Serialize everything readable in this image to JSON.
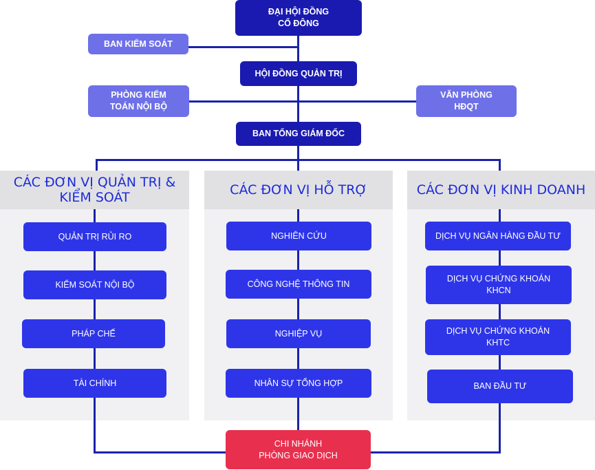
{
  "top": {
    "shareholders": "ĐẠI HỘI ĐỒNG\nCỔ ĐÔNG",
    "supervisory": "BAN KIỂM SOÁT",
    "board": "HỘI ĐỒNG QUẢN TRỊ",
    "internal_audit": "PHÒNG KIỂM\nTOÁN NỘI BỘ",
    "board_office": "VĂN PHÒNG\nHĐQT",
    "ceo": "BAN TỔNG GIÁM ĐỐC"
  },
  "groups": [
    {
      "title": "CÁC ĐƠN VỊ QUẢN TRỊ &\nKIỂM SOÁT",
      "items": [
        "QUẢN TRỊ RỦI RO",
        "KIỂM SOÁT NỘI BỘ",
        "PHÁP CHẾ",
        "TÀI CHÍNH"
      ]
    },
    {
      "title": "CÁC ĐƠN VỊ HỖ TRỢ",
      "items": [
        "NGHIÊN CỨU",
        "CÔNG NGHỆ THÔNG TIN",
        "NGHIỆP VỤ",
        "NHÂN SỰ TỔNG HỢP"
      ]
    },
    {
      "title": "CÁC ĐƠN VỊ KINH DOANH",
      "items": [
        "DỊCH VỤ NGÂN HÀNG ĐẦU TƯ",
        "DỊCH VỤ CHỨNG KHOÁN\nKHCN",
        "DỊCH VỤ CHỨNG KHOÁN\nKHTC",
        "BAN ĐẦU TƯ"
      ]
    }
  ],
  "branch": "CHI NHÁNH\nPHÒNG GIAO DỊCH",
  "colors": {
    "dark": "#1a1ab0",
    "unit": "#2e35e8",
    "light": "#6e70e8",
    "branch": "#e8304e",
    "line": "#1a22a8",
    "panel_title": "#1d2bd9"
  }
}
